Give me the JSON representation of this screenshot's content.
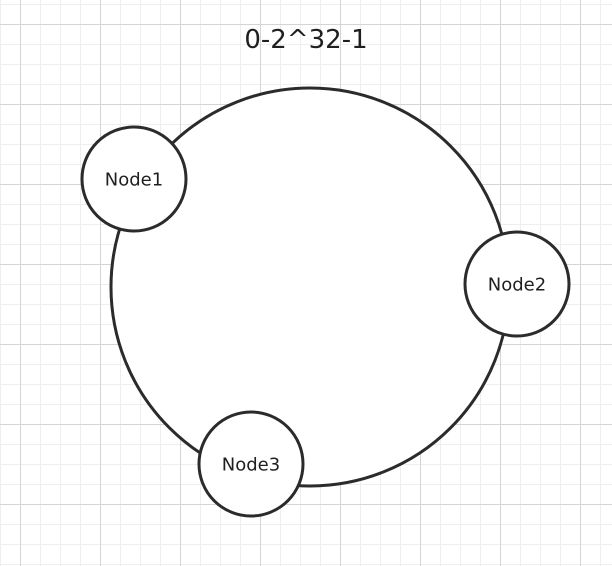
{
  "diagram": {
    "range_label": "0-2^32-1",
    "nodes": [
      {
        "label": "Node1"
      },
      {
        "label": "Node2"
      },
      {
        "label": "Node3"
      }
    ]
  }
}
